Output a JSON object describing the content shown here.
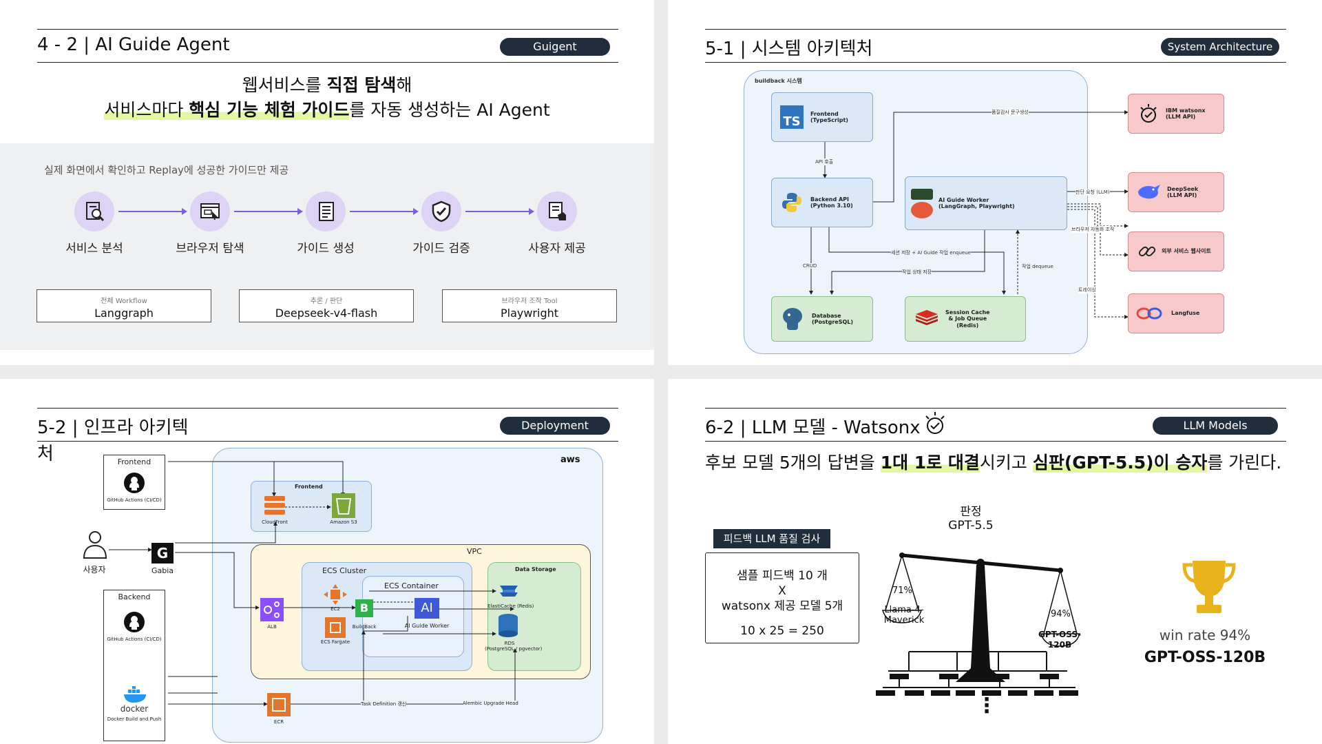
{
  "slide1": {
    "title": "4 - 2 | AI Guide Agent",
    "tag": "Guigent",
    "headline_1_pre": "웹서비스를 ",
    "headline_1_bold": "직접 탐색",
    "headline_1_post": "해",
    "headline_2_pre": "서비스마다 ",
    "headline_2_bold": "핵심 기능 체험 가이드",
    "headline_2_post": "를 자동 생성하는 AI Agent",
    "subtitle": "실제 화면에서 확인하고 Replay에 성공한 가이드만 제공",
    "steps": [
      {
        "label": "서비스 분석",
        "icon": "document-search-icon"
      },
      {
        "label": "브라우저 탐색",
        "icon": "browser-cursor-icon"
      },
      {
        "label": "가이드 생성",
        "icon": "document-list-icon"
      },
      {
        "label": "가이드 검증",
        "icon": "shield-check-icon"
      },
      {
        "label": "사용자 제공",
        "icon": "document-hand-icon"
      }
    ],
    "tools": [
      {
        "caption": "전체 Workflow",
        "name": "Langgraph"
      },
      {
        "caption": "추론 / 판단",
        "name": "Deepseek-v4-flash"
      },
      {
        "caption": "브라우저 조작 Tool",
        "name": "Playwright"
      }
    ],
    "colors": {
      "accent": "#7b5fd6",
      "icon_bg": "#dcd3f5",
      "highlight": "#e4f7a3"
    }
  },
  "slide2": {
    "title": "5-1 | 시스템 아키텍처",
    "tag": "System Architecture",
    "group_label": "buildback 시스템",
    "nodes": {
      "frontend": "Frontend\n(TypeScript)",
      "backend": "Backend API\n(Python 3.10)",
      "worker": "AI Guide Worker\n(LangGraph, Playwright)",
      "database": "Database\n(PostgreSQL)",
      "cache": "Session Cache\n& Job Queue\n(Redis)",
      "watsonx": "IBM watsonx\n(LLM API)",
      "deepseek": "DeepSeek\n(LLM API)",
      "external": "외부 서비스 웹사이트",
      "langfuse": "Langfuse"
    },
    "edges": {
      "api_call": "API 호출",
      "quality": "품질검사 문구생성",
      "crud": "CRUD",
      "enqueue": "세션 저장 + AI Guide 작업 enqueue",
      "status": "작업 상태 저장",
      "dequeue": "작업 dequeue",
      "judge": "판단 요청 (LLM)",
      "browser": "브라우저 자동화 조작",
      "trace": "트레이싱"
    }
  },
  "slide3": {
    "title_1": "5-2 | 인프라 아키텍",
    "title_2": "처",
    "tag": "Deployment",
    "user": "사용자",
    "frontend_box": "Frontend",
    "backend_box": "Backend",
    "github_1": "GitHub Actions (CI/CD)",
    "github_2": "GitHub Actions (CI/CD)",
    "docker": "docker",
    "docker_cap": "Docker Build and Push",
    "gabia": "Gabia",
    "gabia_letter": "G",
    "aws": "aws",
    "frontend_group": "Frontend",
    "cloudfront": "CloudFront",
    "s3": "Amazon S3",
    "vpc": "VPC",
    "ecs_cluster": "ECS Cluster",
    "ecs_container": "ECS Container",
    "ec2": "EC2",
    "fargate": "ECS Fargate",
    "alb": "ALB",
    "buildback": "BuildBack",
    "buildback_letter": "B",
    "ai_worker": "AI Guide Worker",
    "ai_letter": "AI",
    "data_storage": "Data Storage",
    "elasticache": "ElastiCache (Redis)",
    "rds": "RDS\n(PostgreSQL / pgvector)",
    "ecr": "ECR",
    "task_def": "Task Definition 갱신",
    "alembic": "Alembic Upgrade Head"
  },
  "slide4": {
    "title": "6-2 | LLM 모델 - Watsonx",
    "tag": "LLM Models",
    "lead_pre": "후보 모델 5개의 답변을 ",
    "lead_bold_1": "1대 1로 대결",
    "lead_mid": "시키고 ",
    "lead_bold_2": "심판(GPT-5.5)이 승자",
    "lead_post": "를 가린다.",
    "check_label": "피드백 LLM 품질 검사",
    "card_lines": [
      "샘플 피드백 10 개",
      "X",
      "watsonx 제공 모델 5개",
      "",
      "10 x 25 = 250"
    ],
    "judge_1": "판정",
    "judge_2": "GPT-5.5",
    "left_pct": "71%",
    "left_model": "Llama-4-\nMaverick",
    "right_pct": "94%",
    "right_model": "GPT-OSS-\n120B",
    "ellipsis": "⋮",
    "win_rate": "win rate 94%",
    "win_model": "GPT-OSS-120B",
    "colors": {
      "trophy": "#e8b21a"
    }
  }
}
